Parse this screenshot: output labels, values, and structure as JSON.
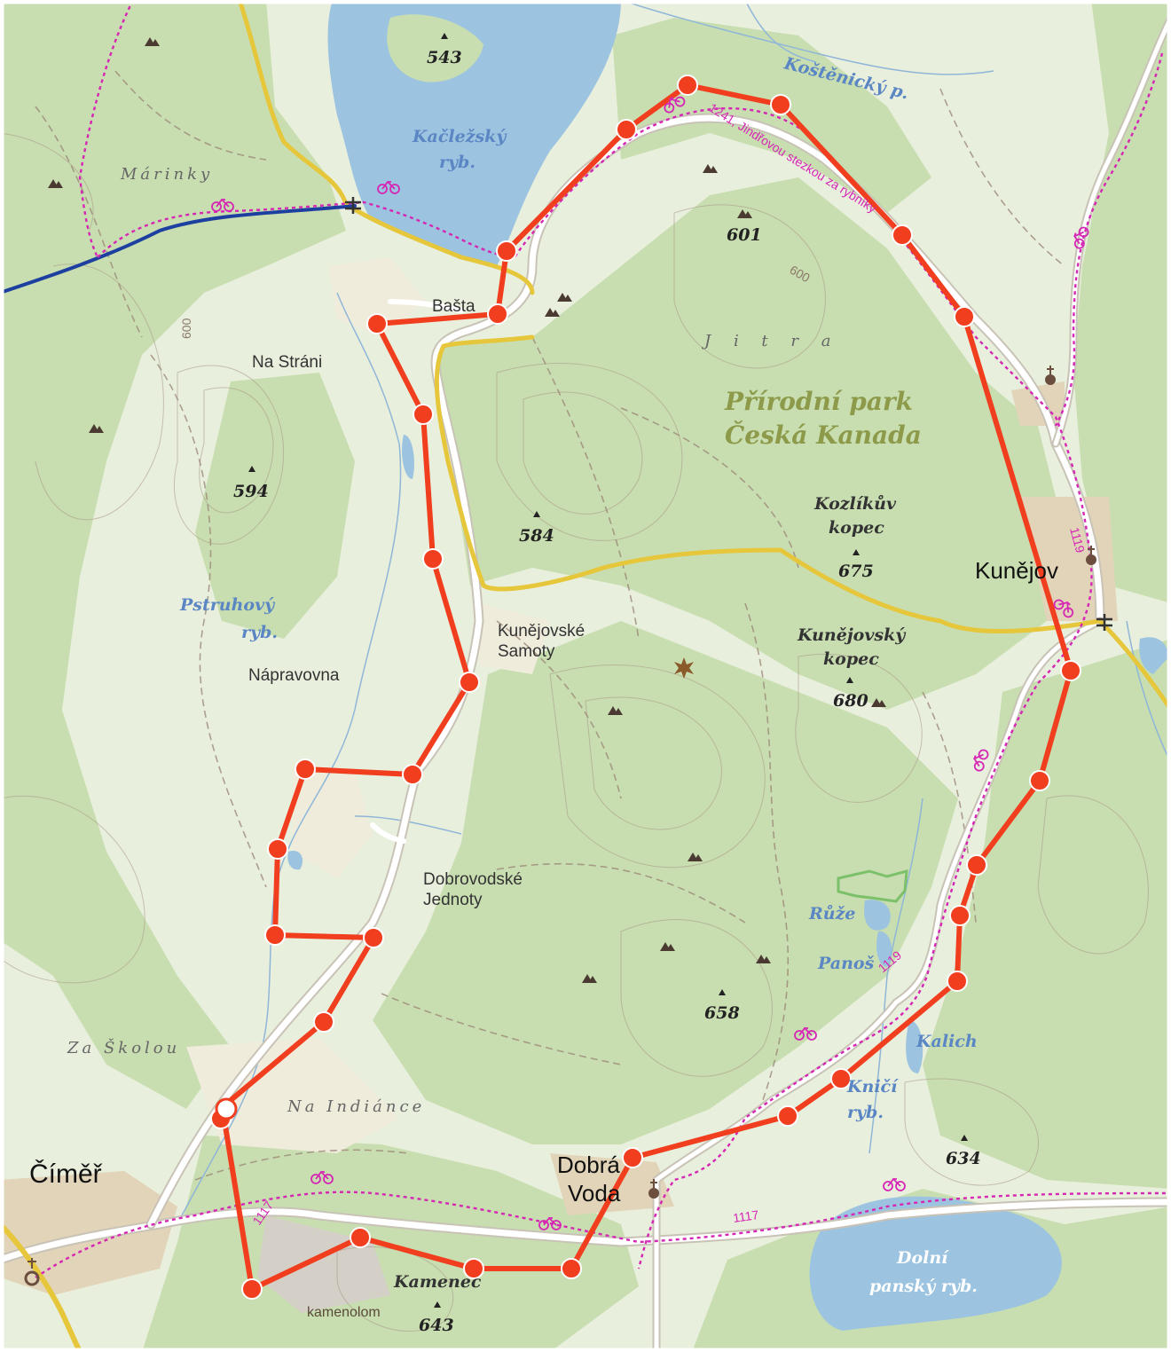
{
  "map": {
    "towns": {
      "cimer": "Číměř",
      "kunejov": "Kunějov",
      "dobra_voda_1": "Dobrá",
      "dobra_voda_2": "Voda"
    },
    "places": {
      "basta": "Bašta",
      "na_strani": "Na Stráni",
      "kunejovske_samoty_1": "Kunějovské",
      "kunejovske_samoty_2": "Samoty",
      "napravovna": "Nápravovna",
      "dobrovodske_jednoty_1": "Dobrovodské",
      "dobrovodske_jednoty_2": "Jednoty",
      "kamenolom": "kamenolom"
    },
    "regions": {
      "marinky": "Márinky",
      "jitra": "J i t r a",
      "za_skolou": "Za Školou",
      "na_indiance": "Na Indiánce"
    },
    "park": {
      "line1": "Přírodní park",
      "line2": "Česká Kanada"
    },
    "water": {
      "kaclezsky_1": "Kačležský",
      "kaclezsky_2": "ryb.",
      "kostenicky": "Koštěnický p.",
      "pstruhovy_1": "Pstruhový",
      "pstruhovy_2": "ryb.",
      "ruze": "Růže",
      "panos": "Panoš",
      "kalich": "Kalich",
      "knezici_1": "Kničí",
      "knezici_2": "ryb.",
      "dolni_pansky_1": "Dolní",
      "dolni_pansky_2": "panský ryb."
    },
    "hills": {
      "kozlikuv_1": "Kozlíkův",
      "kozlikuv_2": "kopec",
      "kunejovsky_1": "Kunějovský",
      "kunejovsky_2": "kopec",
      "kamenec": "Kamenec"
    },
    "elevations": {
      "e543": "543",
      "e601": "601",
      "e594": "594",
      "e584": "584",
      "e675": "675",
      "e680": "680",
      "e658": "658",
      "e634": "634",
      "e643": "643"
    },
    "contour_labels": {
      "c600a": "600",
      "c600b": "600"
    },
    "route_labels": {
      "r1241": "1241, Jindřovou stezkou za rybníky",
      "r1119a": "1119",
      "r1119b": "1119",
      "r1117a": "1117",
      "r1117b": "1117"
    },
    "colors": {
      "route": "#f03e1e",
      "cycle": "#d526b4",
      "road_yellow": "#e6c63a",
      "water": "#9cc3e0",
      "forest": "#c8deb0",
      "meadow": "#e9efdd"
    },
    "icons": {
      "cycling": "bicycle-icon",
      "church": "church-icon",
      "peak": "peak-icon",
      "viewpoint": "viewpoint-star-icon",
      "parking": "railway-crossing-icon"
    }
  }
}
